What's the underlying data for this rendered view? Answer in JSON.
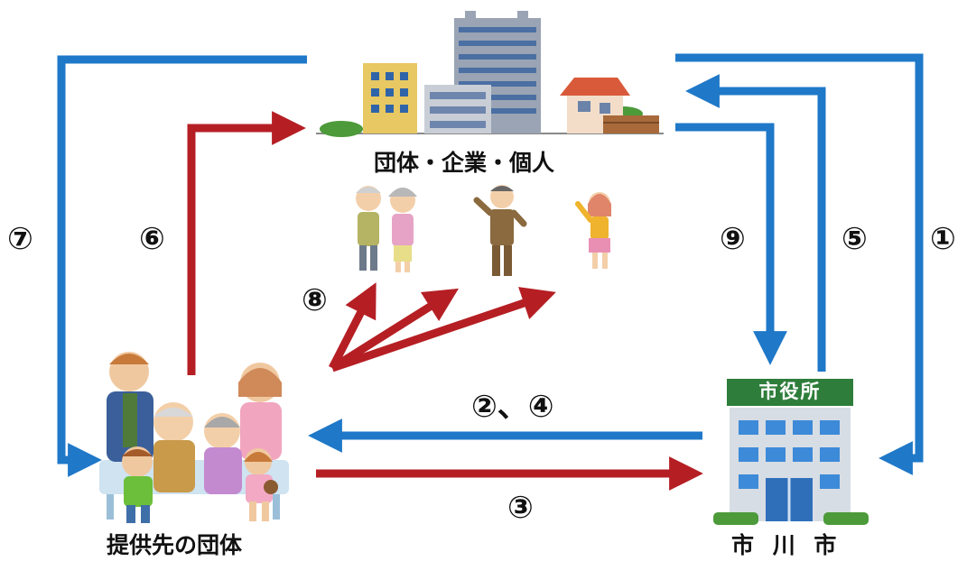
{
  "nodes": {
    "community": {
      "label": "団体・企業・個人"
    },
    "recipient": {
      "label": "提供先の団体"
    },
    "city": {
      "label": "市 川 市",
      "sign": "市役所"
    }
  },
  "steps": {
    "s1": "①",
    "s24": "②、④",
    "s3": "③",
    "s5": "⑤",
    "s6": "⑥",
    "s7": "⑦",
    "s8": "⑧",
    "s9": "⑨"
  },
  "colors": {
    "blue_arrow": "#1f78c8",
    "red_arrow": "#b51f24",
    "city_sign": "#2e7d3a"
  }
}
